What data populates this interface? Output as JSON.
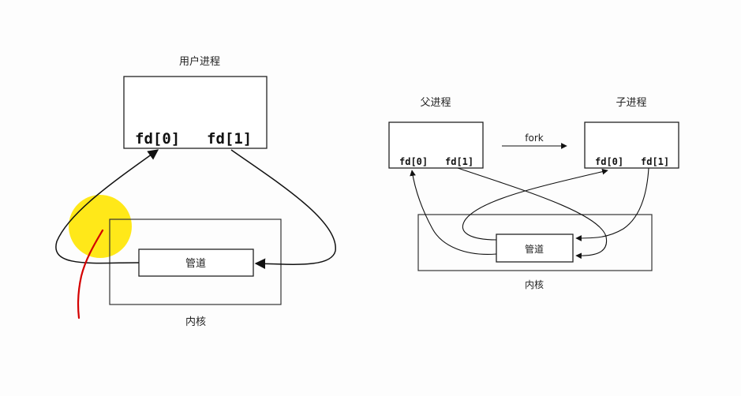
{
  "left_diagram": {
    "process_title": "用户进程",
    "fd0": "fd[0]",
    "fd1": "fd[1]",
    "pipe_label": "管道",
    "kernel_label": "内核"
  },
  "right_diagram": {
    "parent_title": "父进程",
    "child_title": "子进程",
    "fork_label": "fork",
    "parent_fd0": "fd[0]",
    "parent_fd1": "fd[1]",
    "child_fd0": "fd[0]",
    "child_fd1": "fd[1]",
    "pipe_label": "管道",
    "kernel_label": "内核"
  },
  "annotation": {
    "highlight_color": "#ffe600",
    "pen_color": "#d40000"
  }
}
